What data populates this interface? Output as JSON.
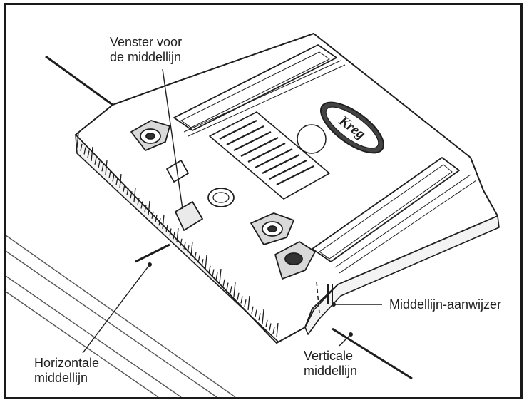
{
  "labels": {
    "window": [
      "Venster voor",
      "de middellijn"
    ],
    "pointer": [
      "Middellijn-aanwijzer"
    ],
    "horizontal": [
      "Horizontale",
      "middellijn"
    ],
    "vertical": [
      "Verticale",
      "middellijn"
    ]
  },
  "logo_text": "Kreg",
  "colors": {
    "ink": "#1e1e1e",
    "background": "#ffffff"
  }
}
